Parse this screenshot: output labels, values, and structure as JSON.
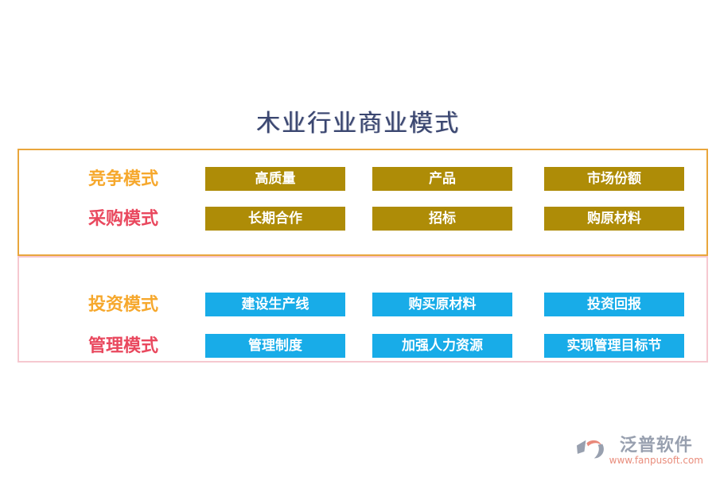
{
  "page": {
    "title": "木业行业商业模式"
  },
  "sections": [
    {
      "name": "competition-procurement",
      "style": "gold",
      "rows": [
        {
          "label": "竞争模式",
          "label_style": "orange",
          "buttons": [
            "高质量",
            "产品",
            "市场份额"
          ]
        },
        {
          "label": "采购模式",
          "label_style": "red",
          "buttons": [
            "长期合作",
            "招标",
            "购原材料"
          ]
        }
      ]
    },
    {
      "name": "investment-management",
      "style": "blue",
      "rows": [
        {
          "label": "投资模式",
          "label_style": "orange",
          "buttons": [
            "建设生产线",
            "购买原材料",
            "投资回报"
          ]
        },
        {
          "label": "管理模式",
          "label_style": "red",
          "buttons": [
            "管理制度",
            "加强人力资源",
            "实现管理目标节"
          ]
        }
      ]
    }
  ],
  "watermark": {
    "brand": "泛普软件",
    "website": "www.fanpusoft.com"
  },
  "colors": {
    "title": "#3A4670",
    "gold_button": "#AE8C07",
    "blue_button": "#18ACE8",
    "gold_border": "#E9A63C",
    "pink_border": "#F6C8D0",
    "orange_label": "#F6A82D",
    "red_label": "#E9485E",
    "button_text": "#FFFFFF",
    "brand_gray": "#98A0AF",
    "brand_salmon": "#E98D7C",
    "background": "#FFFFFF"
  }
}
